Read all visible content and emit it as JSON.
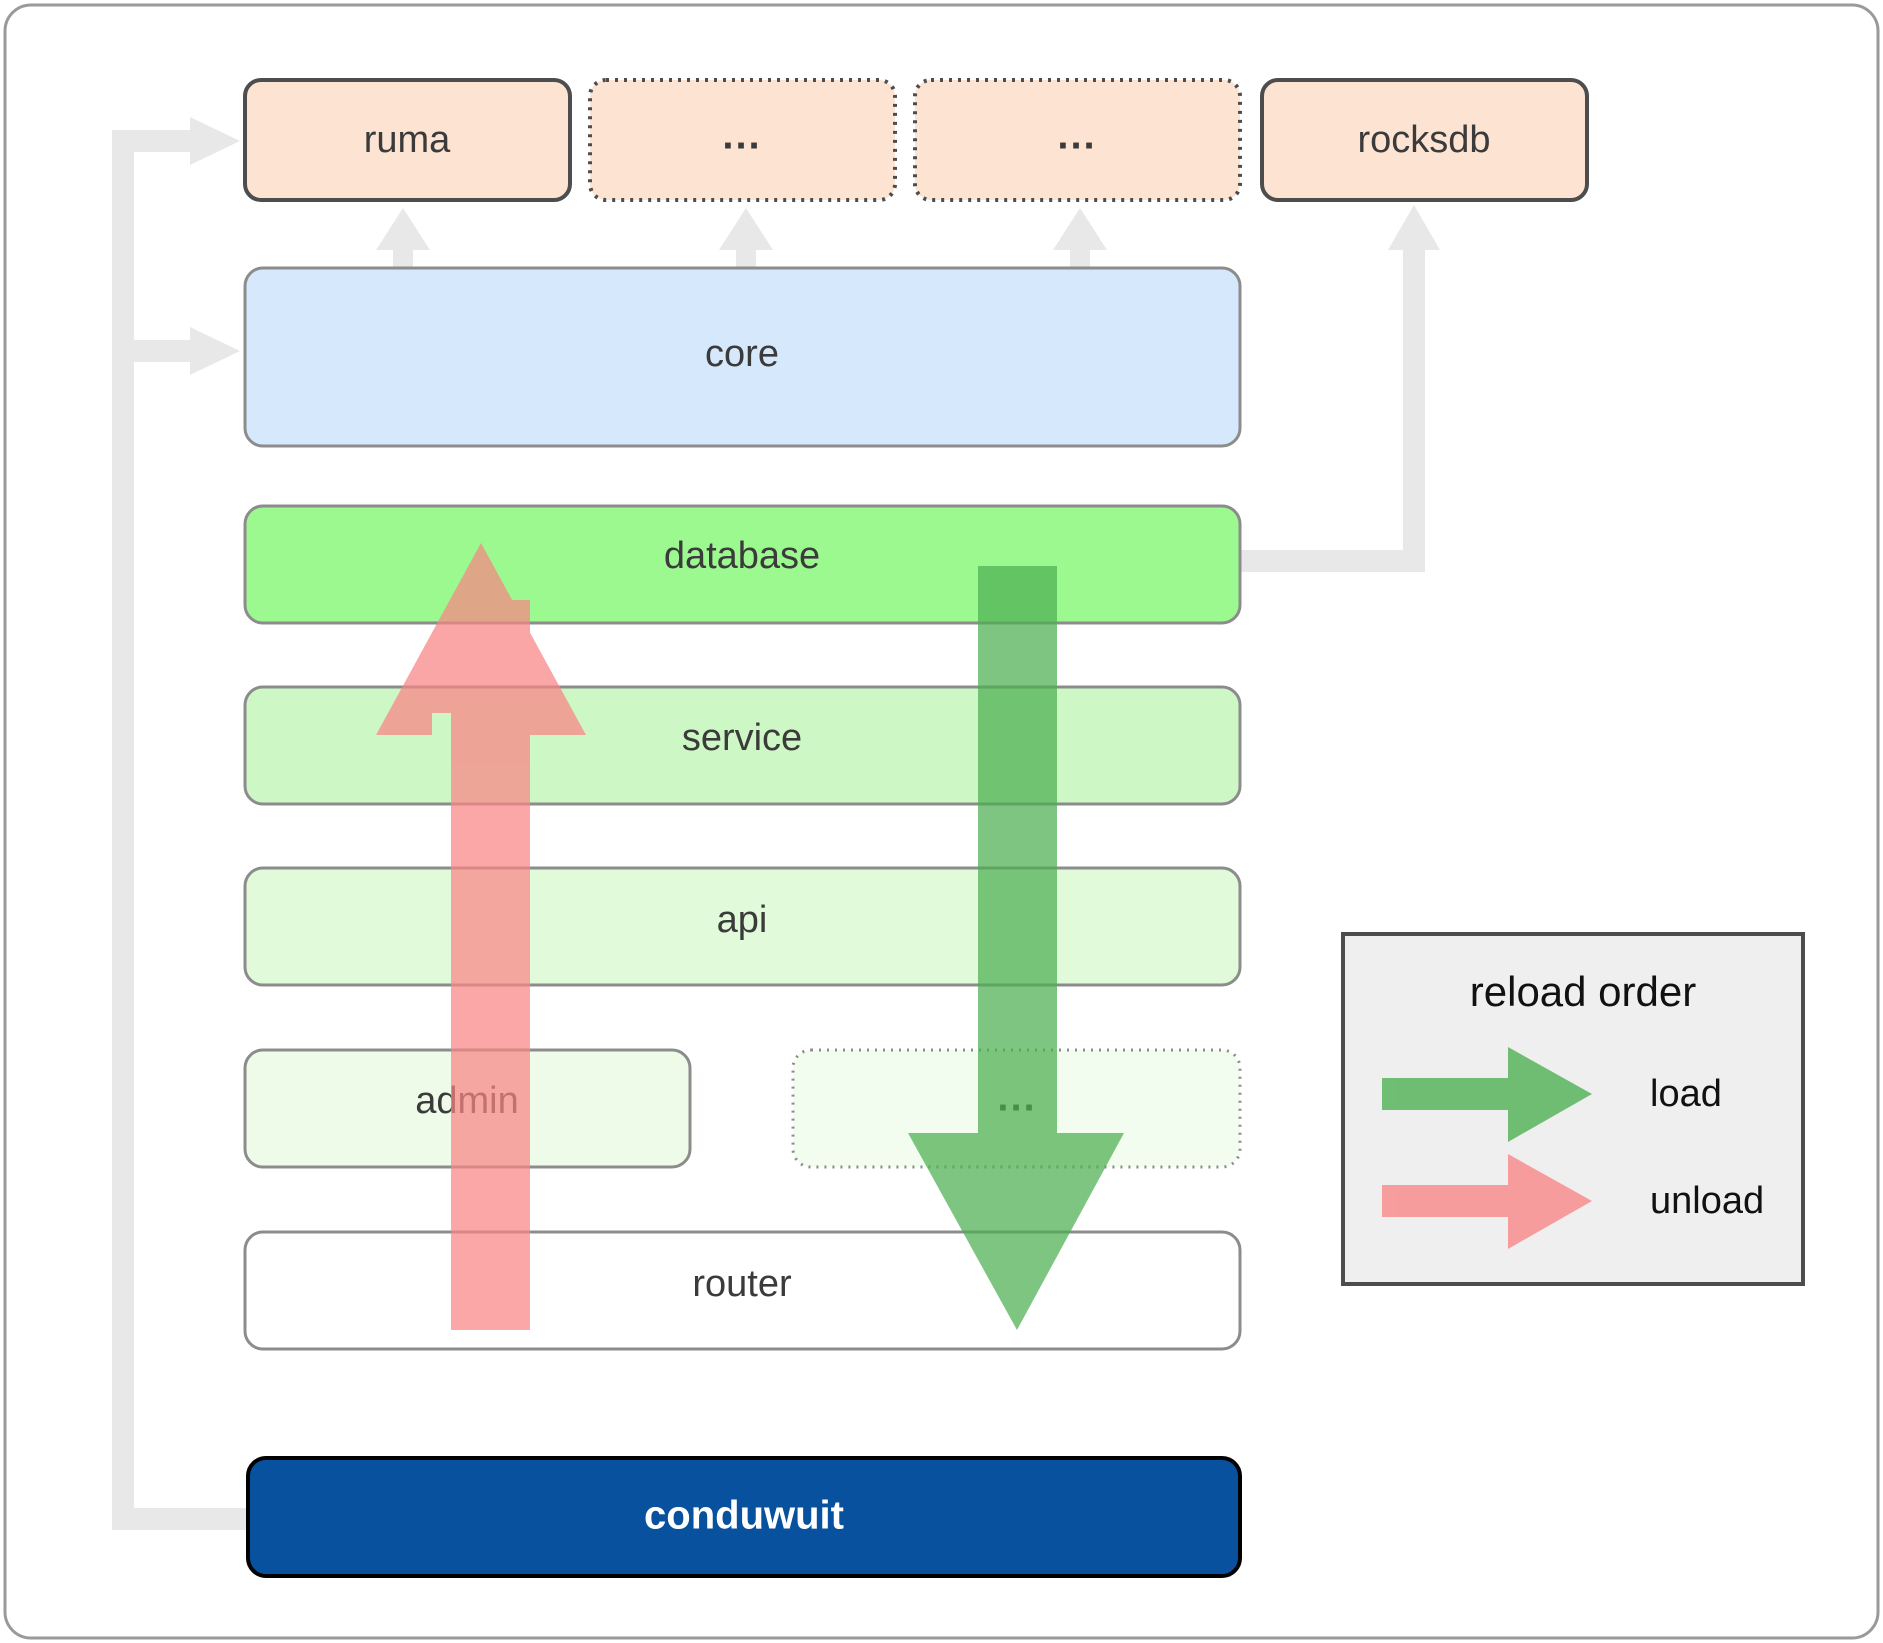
{
  "diagram": {
    "title": "conduwuit crate dependency / reload order diagram",
    "background": "#ffffff",
    "outer_border_color": "#9a9a9a",
    "connector_color": "#e8e8e8"
  },
  "external_crates": {
    "fill": "#fce3d2",
    "solid_border": "#4d4d4d",
    "dotted_border": "#4d4d4d",
    "items": [
      {
        "label": "ruma",
        "style": "solid"
      },
      {
        "label": "...",
        "style": "dotted"
      },
      {
        "label": "...",
        "style": "dotted"
      },
      {
        "label": "rocksdb",
        "style": "solid"
      }
    ]
  },
  "layers": [
    {
      "label": "core",
      "fill": "#d6e8fb",
      "border": "#8c8c8c",
      "style": "solid",
      "text_color": "#3b3b3b"
    },
    {
      "label": "database",
      "fill": "#9cf98f",
      "border": "#8c8c8c",
      "style": "solid",
      "text_color": "#3b3b3b"
    },
    {
      "label": "service",
      "fill": "#cdf7c4",
      "border": "#8c8c8c",
      "style": "solid",
      "text_color": "#3b3b3b"
    },
    {
      "label": "api",
      "fill": "#e1fada",
      "border": "#8c8c8c",
      "style": "solid",
      "text_color": "#3b3b3b"
    },
    {
      "label": "router",
      "fill": "#ffffff",
      "border": "#8c8c8c",
      "style": "solid",
      "text_color": "#3b3b3b"
    }
  ],
  "split_row": [
    {
      "label": "admin",
      "fill": "#eefbe9",
      "border": "#8c8c8c",
      "style": "solid"
    },
    {
      "label": "...",
      "fill": "#f3fdef",
      "border": "#8c8c8c",
      "style": "dotted"
    }
  ],
  "binary": {
    "label": "conduwuit",
    "fill": "#07519e",
    "border": "#000000",
    "text_color": "#ffffff"
  },
  "legend": {
    "title": "reload order",
    "box_fill": "#efefef",
    "box_border": "#4d4d4d",
    "entries": [
      {
        "label": "load",
        "color": "#4caf50"
      },
      {
        "label": "unload",
        "color": "#fa8585"
      }
    ]
  },
  "flow_arrows": {
    "unload": {
      "color": "#fa8585",
      "direction": "up",
      "from": "router",
      "to": "database"
    },
    "load": {
      "color": "#4caf50",
      "direction": "down",
      "from": "database",
      "to": "router"
    }
  }
}
